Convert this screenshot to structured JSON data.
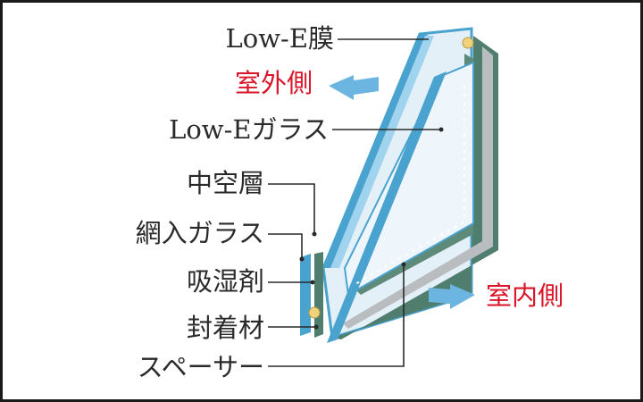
{
  "labels": {
    "lowe_film": "Low-E膜",
    "outdoor": "室外側",
    "lowe_glass": "Low-Eガラス",
    "air_layer": "中空層",
    "wired_glass": "網入ガラス",
    "desiccant": "吸湿剤",
    "sealant": "封着材",
    "spacer": "スペーサー",
    "indoor": "室内側"
  },
  "colors": {
    "glass_edge": "#4aa3cf",
    "glass_face": "#e4f0f8",
    "frame_green": "#5e8a7a",
    "frame_grey": "#b9bdbf",
    "desiccant_yellow": "#f0d27a",
    "arrow_blue": "#6bb5e0",
    "label_red": "#d9162a"
  },
  "icons": [
    "arrow-left-icon",
    "arrow-right-icon"
  ]
}
